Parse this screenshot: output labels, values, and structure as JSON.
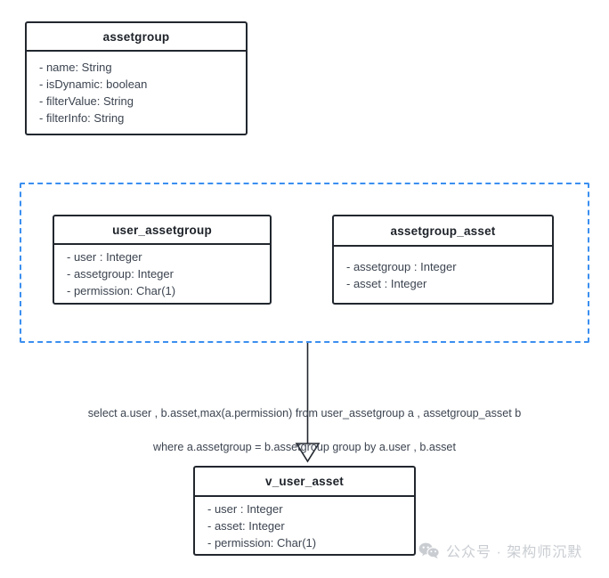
{
  "diagram": {
    "title": "assetgroup view derivation diagram",
    "background_color": "#ffffff",
    "box_border_color": "#22272e",
    "group_border_color": "#3b8ff0",
    "text_color": "#3c4450"
  },
  "entities": [
    {
      "id": "assetgroup",
      "name": "assetgroup",
      "attributes": [
        "- name: String",
        "- isDynamic: boolean",
        "- filterValue: String",
        "- filterInfo: String"
      ]
    },
    {
      "id": "user_assetgroup",
      "name": "user_assetgroup",
      "attributes": [
        "- user : Integer",
        "- assetgroup: Integer",
        "- permission: Char(1)"
      ]
    },
    {
      "id": "assetgroup_asset",
      "name": "assetgroup_asset",
      "attributes": [
        "- assetgroup : Integer",
        "- asset : Integer"
      ]
    },
    {
      "id": "v_user_asset",
      "name": "v_user_asset",
      "attributes": [
        "- user : Integer",
        "- asset: Integer",
        "- permission: Char(1)"
      ]
    }
  ],
  "connector": {
    "label_line_1": "select a.user , b.asset,max(a.permission) from user_assetgroup a , assetgroup_asset b",
    "label_line_2": "where a.assetgroup = b.assetgroup group by a.user , b.asset",
    "arrow_style": "hollow-triangle"
  },
  "watermark": {
    "icon": "wechat-icon",
    "text": "公众号 · 架构师沉默"
  }
}
